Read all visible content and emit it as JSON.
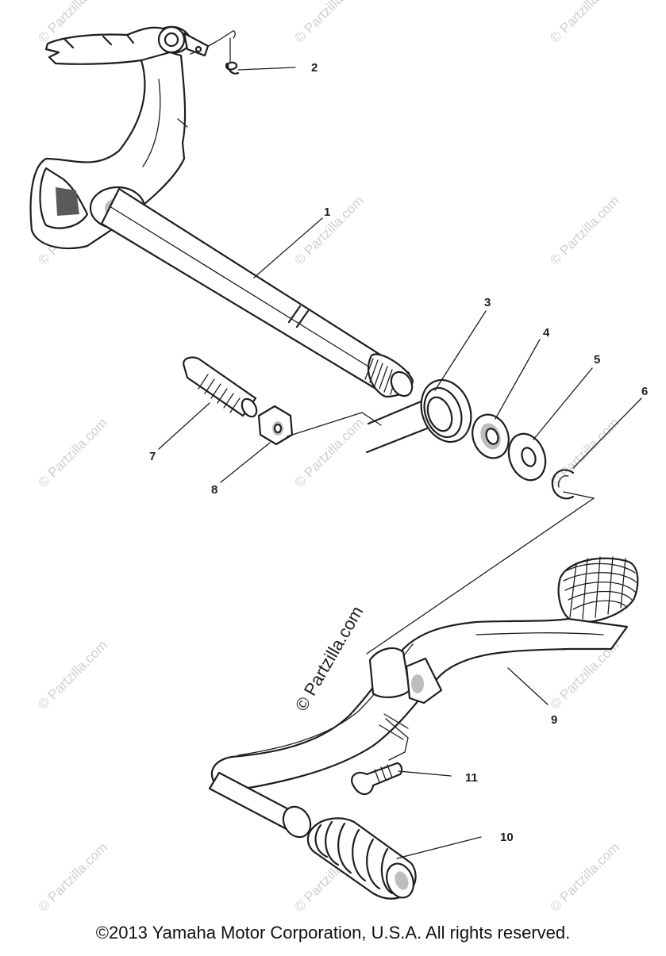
{
  "callouts": [
    {
      "id": "1",
      "label": "1"
    },
    {
      "id": "2",
      "label": "2"
    },
    {
      "id": "3",
      "label": "3"
    },
    {
      "id": "4",
      "label": "4"
    },
    {
      "id": "5",
      "label": "5"
    },
    {
      "id": "6",
      "label": "6"
    },
    {
      "id": "7",
      "label": "7"
    },
    {
      "id": "8",
      "label": "8"
    },
    {
      "id": "9",
      "label": "9"
    },
    {
      "id": "10",
      "label": "10"
    },
    {
      "id": "11",
      "label": "11"
    }
  ],
  "watermark": {
    "text": "© Partzilla.com"
  },
  "footer": {
    "copyright": "©2013  Yamaha Motor Corporation, U.S.A. All rights reserved."
  }
}
